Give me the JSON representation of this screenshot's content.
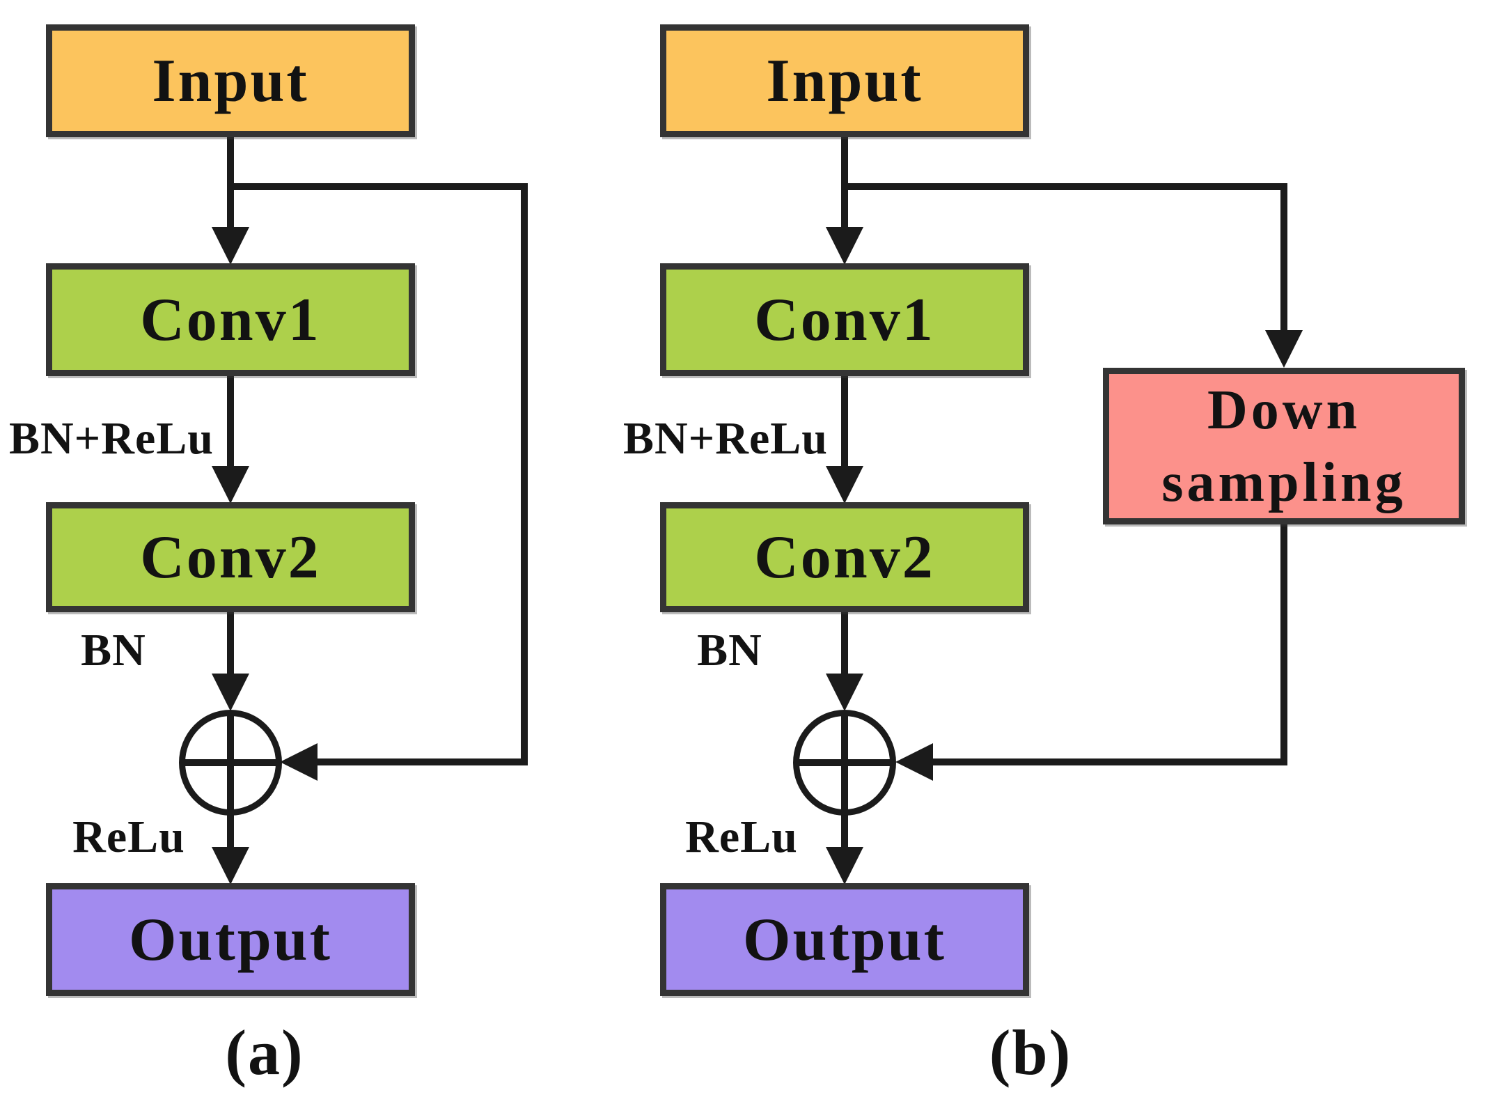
{
  "colors": {
    "c-input": "#FCC45D",
    "c-conv": "#ADD04B",
    "c-output": "#A28BEF",
    "c-down": "#FC918B",
    "c-border": "#343434",
    "c-line": "#1B1B1B",
    "c-text": "#121212",
    "c-bg": "#FFFFFF"
  },
  "figure": {
    "type": "neural-network-block-diagram",
    "add_symbol": "⊕"
  },
  "panel_a": {
    "caption": "(a)",
    "input_label": "Input",
    "conv1_label": "Conv1",
    "conv2_label": "Conv2",
    "output_label": "Output",
    "edge_label_conv1_conv2": "BN+ReLu",
    "edge_label_conv2_add": "BN",
    "edge_label_add_output": "ReLu"
  },
  "panel_b": {
    "caption": "(b)",
    "input_label": "Input",
    "conv1_label": "Conv1",
    "conv2_label": "Conv2",
    "downsampling_label": "Down sampling",
    "output_label": "Output",
    "edge_label_conv1_conv2": "BN+ReLu",
    "edge_label_conv2_add": "BN",
    "edge_label_add_output": "ReLu"
  }
}
